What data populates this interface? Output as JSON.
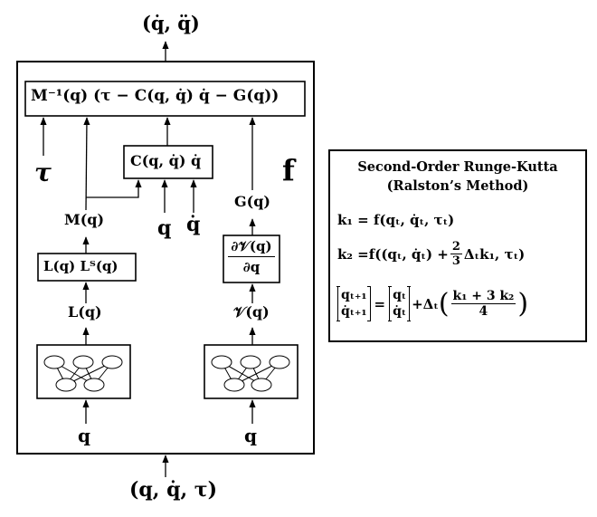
{
  "outputs": "(q̇, q̈)",
  "inputs": "(q, q̇, τ)",
  "main_eq": "M⁻¹(q) (τ − C(q, q̇) q̇ − G(q))",
  "coriolis": "C(q, q̇) q̇",
  "tau": "τ",
  "f_label": "f",
  "mass": "M(q)",
  "q_label": "q",
  "qdot_label": "q̇",
  "llt": "L(q) Lᵀ(q)",
  "l_out": "L(q)",
  "grav": "G(q)",
  "dv_num": "∂𝒱(q)",
  "dv_den": "∂q",
  "potential": "𝒱(q)",
  "rk": {
    "title_line1": "Second-Order Runge-Kutta",
    "title_line2": "(Ralston’s Method)",
    "k1_lhs": "k₁ = ",
    "k1_rhs": "f(qₜ, q̇ₜ, τₜ)",
    "k2_lhs": "k₂ = ",
    "k2_rhs_a": "f((qₜ, q̇ₜ) + ",
    "k2_frac_num": "2",
    "k2_frac_den": "3",
    "k2_rhs_b": "Δₜk₁, τₜ)",
    "upd_q_next": "qₜ₊₁",
    "upd_qd_next": "q̇ₜ₊₁",
    "upd_eq": "=",
    "upd_q": "qₜ",
    "upd_qd": "q̇ₜ",
    "upd_plus": "+Δₜ",
    "upd_frac_num": "k₁ + 3 k₂",
    "upd_frac_den": "4"
  }
}
